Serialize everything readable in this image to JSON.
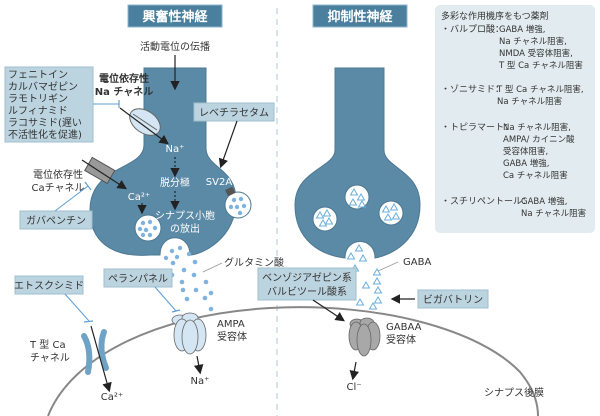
{
  "colors": {
    "neuron": "#5b8aa6",
    "neuron_stroke": "#4d7893",
    "header_bg": "#4a7f9e",
    "drug_box_bg": "#bcd4df",
    "side_box_bg": "#e2ebef",
    "inhibit_line": "#5b9fd6",
    "vesicle_dot": "#7fb3dd",
    "ampa_fill": "#d4e6f3",
    "gaba_receptor_fill": "#a8a8a8",
    "t_channel": "#6fa3c6",
    "membrane": "#888888",
    "divider": "#c8dce6"
  },
  "headers": {
    "excitatory": "興奮性神経",
    "inhibitory": "抑制性神経"
  },
  "excitatory": {
    "action_potential": "活動電位の伝播",
    "na_channel_label": [
      "電位依存性",
      "Na チャネル"
    ],
    "na_ion": "Na⁺",
    "depolarization": "脱分極",
    "ca_channel_label": [
      "電位依存性",
      "Caチャネル"
    ],
    "ca_ion": "Ca²⁺",
    "vesicle_release": [
      "シナプス小胞",
      "の放出"
    ],
    "sv2a": "SV2A",
    "glutamate": "グルタミン酸",
    "ampa_label": [
      "AMPA",
      "受容体"
    ],
    "ampa_ion": "Na⁺",
    "t_channel_label": [
      "T 型 Ca",
      "チャネル"
    ],
    "t_channel_ion": "Ca²⁺"
  },
  "inhibitory": {
    "gaba": "GABA",
    "gaba_receptor_label": [
      "GABAA",
      "受容体"
    ],
    "cl_ion": "Cl⁻",
    "postsynaptic": "シナプス後膜"
  },
  "drugs": {
    "na_blockers": [
      "フェニトイン",
      "カルバマゼピン",
      "ラモトリギン",
      "ルフィナミド",
      "ラコサミド(遅い",
      "不活性化を促進)"
    ],
    "levetiracetam": "レベチラセタム",
    "gabapentin": "ガバペンチン",
    "perampanel": "ペランパネル",
    "ethosuximide": "エトスクシミド",
    "benzo": [
      "ベンゾジアゼピン系",
      "バルビツール酸系"
    ],
    "vigabatrin": "ビガバトリン"
  },
  "side_panel": {
    "title": "多彩な作用機序をもつ薬剤",
    "entries": [
      {
        "name": "・バルプロ酸：",
        "effects": [
          "GABA 増強,",
          "Na チャネル阻害,",
          "NMDA 受容体阻害,",
          "T 型 Ca チャネル阻害"
        ]
      },
      {
        "name": "・ゾニサミド：",
        "effects": [
          "T 型 Ca チャネル阻害,",
          "Na チャネル阻害"
        ]
      },
      {
        "name": "・トピラマート：",
        "effects": [
          "Na チャネル阻害,",
          "AMPA/ カイニン酸",
          "  受容体阻害,",
          "GABA 増強,",
          "Ca チャネル阻害"
        ]
      },
      {
        "name": "・スチリペントール：",
        "effects": [
          "GABA 増強,",
          "Na チャネル阻害"
        ]
      }
    ]
  }
}
